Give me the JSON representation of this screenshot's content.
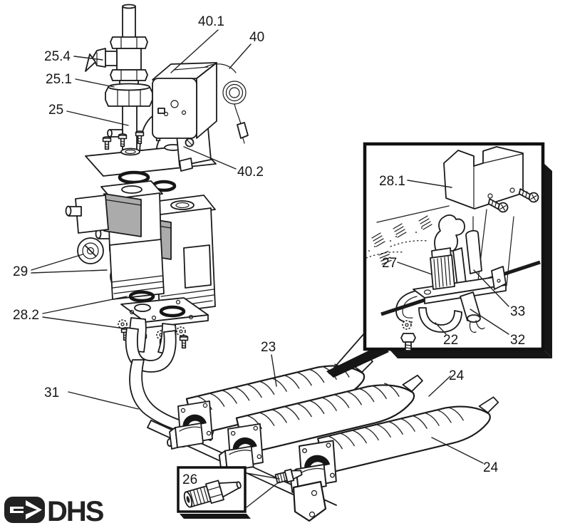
{
  "diagram": {
    "kind": "exploded-parts-diagram",
    "subject": "Gas control valve, thermostat and burner assembly",
    "background_color": "#ffffff",
    "line_color": "#1a1a1a",
    "solenoid_coil_color": "#ababab",
    "shadow_color": "#1c1c1c"
  },
  "labels": {
    "n25_4": "25.4",
    "n25_1": "25.1",
    "n25": "25",
    "n40_1": "40.1",
    "n40": "40",
    "n40_2": "40.2",
    "n29": "29",
    "n28_2": "28.2",
    "n28_1": "28.1",
    "n27": "27",
    "n33": "33",
    "n22": "22",
    "n32": "32",
    "n23": "23",
    "n24_top": "24",
    "n24_bottom": "24",
    "n31": "31",
    "n26": "26"
  },
  "logo": {
    "text": "DHS"
  }
}
